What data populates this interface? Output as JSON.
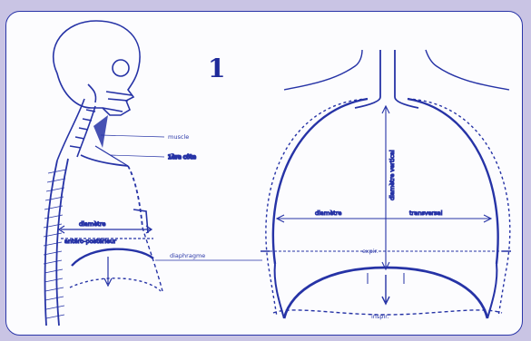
{
  "figure": {
    "number": "1",
    "labels": {
      "muscle": "muscle",
      "first_rib": "1ère côte",
      "diameter_ap": "diamètre",
      "diameter_ap2": "antéro-postérieur",
      "diaphragm": "diaphragme",
      "vertical_diameter": "diamètre vertical",
      "transverse_left": "diamètre",
      "transverse_right": "transversal",
      "expiration": "expir.",
      "inspiration": "inspir."
    }
  },
  "colors": {
    "ink": "#2633a6",
    "background": "#c9c4e4",
    "paper": "#fcfcfe"
  }
}
